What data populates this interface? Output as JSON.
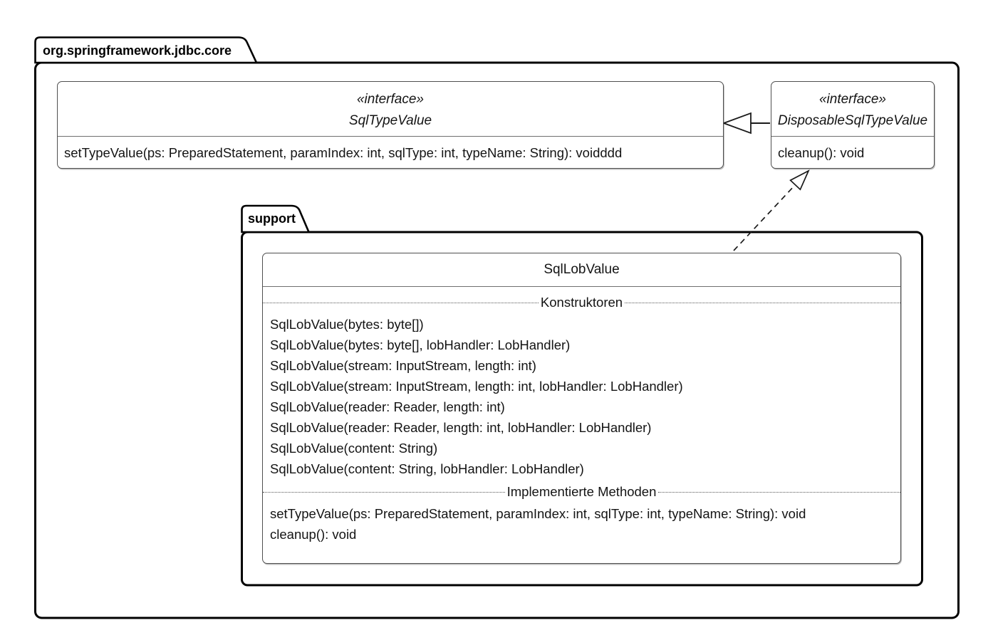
{
  "colors": {
    "package_border": "#000000",
    "box_border": "#4f4f4f",
    "background": "#ffffff",
    "text": "#141414"
  },
  "outer_package": {
    "label": "org.springframework.jdbc.core"
  },
  "interfaces": {
    "sql_type_value": {
      "stereotype": "«interface»",
      "name": "SqlTypeValue",
      "methods": [
        "setTypeValue(ps: PreparedStatement, paramIndex: int, sqlType: int, typeName: String): voidddd"
      ]
    },
    "disposable_sql_type_value": {
      "stereotype": "«interface»",
      "name": "DisposableSqlTypeValue",
      "methods": [
        "cleanup(): void"
      ]
    }
  },
  "support_package": {
    "label": "support"
  },
  "sql_lob_value": {
    "name": "SqlLobValue",
    "constructors_section_label": "Konstruktoren",
    "methods_section_label": "Implementierte Methoden",
    "constructors": [
      "SqlLobValue(bytes: byte[])",
      "SqlLobValue(bytes: byte[], lobHandler: LobHandler)",
      "SqlLobValue(stream: InputStream, length: int)",
      "SqlLobValue(stream: InputStream, length: int, lobHandler: LobHandler)",
      "SqlLobValue(reader: Reader, length: int)",
      "SqlLobValue(reader: Reader, length: int, lobHandler: LobHandler)",
      "SqlLobValue(content: String)",
      "SqlLobValue(content: String, lobHandler: LobHandler)"
    ],
    "methods": [
      "setTypeValue(ps: PreparedStatement, paramIndex: int, sqlType: int, typeName: String): void",
      "cleanup(): void"
    ]
  },
  "relationships": {
    "generalization": {
      "from": "DisposableSqlTypeValue",
      "to": "SqlTypeValue",
      "style": "solid-line-hollow-triangle"
    },
    "realization": {
      "from": "SqlLobValue",
      "to": "DisposableSqlTypeValue",
      "style": "dashed-line-hollow-triangle"
    }
  }
}
